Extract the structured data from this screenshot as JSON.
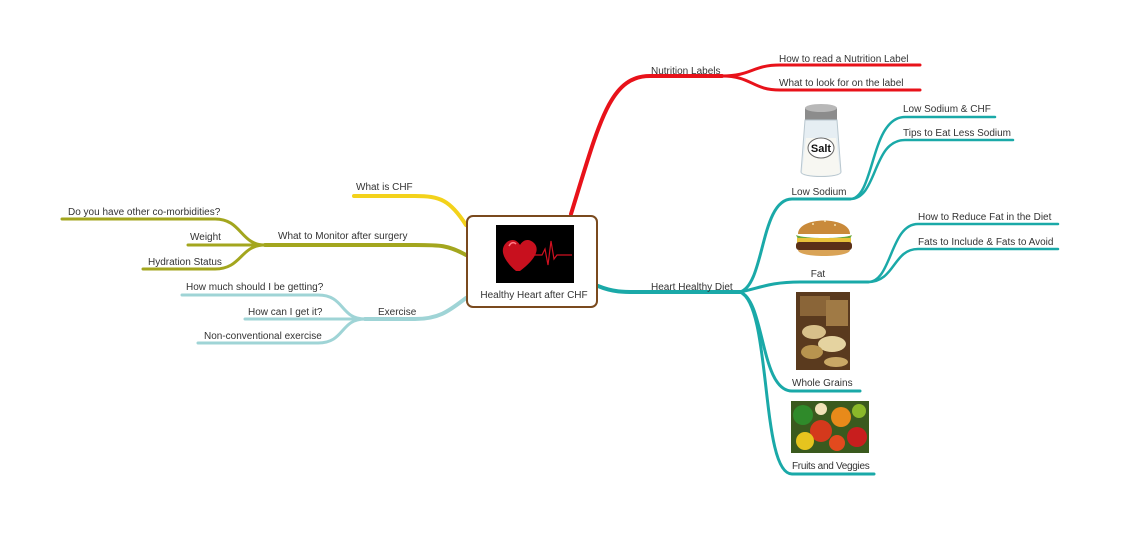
{
  "central_topic": {
    "title": "Healthy Heart after CHF",
    "image": "heart-heartbeat-image"
  },
  "branches": {
    "nutrition_labels": {
      "label": "Nutrition Labels",
      "color": "#e8121a",
      "children": [
        "How to read a Nutrition Label",
        "What to look for on the label"
      ]
    },
    "heart_healthy_diet": {
      "label": "Heart Healthy Diet",
      "color": "#1aa9a8",
      "subtopics": {
        "low_sodium": {
          "label": "Low Sodium",
          "image": "salt-shaker-image",
          "image_text": "Salt",
          "children": [
            "Low Sodium & CHF",
            "Tips to Eat Less Sodium"
          ]
        },
        "fat": {
          "label": "Fat",
          "image": "hamburger-image",
          "children": [
            "How to Reduce Fat in the Diet",
            "Fats to Include & Fats to Avoid"
          ]
        },
        "whole_grains": {
          "label": "Whole Grains",
          "image": "grains-image"
        },
        "fruits_veggies": {
          "label": "Fruits and Veggies",
          "image": "vegetables-image"
        }
      }
    },
    "what_is_chf": {
      "label": "What is CHF",
      "color": "#f3d21b"
    },
    "monitor": {
      "label": "What to Monitor after surgery",
      "color": "#a3a61e",
      "children": [
        "Do you have other co-morbidities?",
        "Weight",
        "Hydration Status"
      ]
    },
    "exercise": {
      "label": "Exercise",
      "color": "#9fd4d6",
      "children": [
        "How much should I be getting?",
        "How can I get it?",
        "Non-conventional exercise"
      ]
    }
  }
}
